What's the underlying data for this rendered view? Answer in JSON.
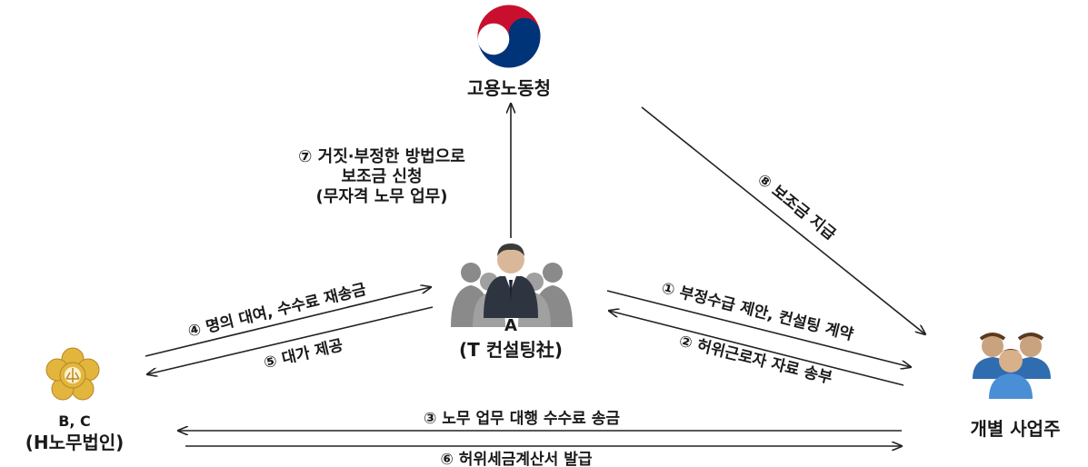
{
  "nodes": {
    "ministry": {
      "name": "고용노동청",
      "icon": "government-emblem-icon"
    },
    "consultant": {
      "line1": "A",
      "line2": "(T 컨설팅社)",
      "icon": "businessman-group-icon"
    },
    "labor_firm": {
      "line1": "B, C",
      "line2": "(H노무법인)",
      "icon": "labor-attorney-badge-icon"
    },
    "employer": {
      "name": "개별 사업주",
      "icon": "people-group-icon"
    }
  },
  "edges": {
    "e1": "① 부정수급 제안, 컨설팅 계약",
    "e2": "② 허위근로자 자료 송부",
    "e3": "③ 노무 업무 대행 수수료 송금",
    "e4": "④ 명의 대여, 수수료 재송금",
    "e5": "⑤ 대가 제공",
    "e6": "⑥ 허위세금계산서 발급",
    "e7": [
      "⑦ 거짓·부정한 방법으로",
      "보조금 신청",
      "(무자격 노무 업무)"
    ],
    "e8": "⑧ 보조금 지급"
  },
  "colors": {
    "emblem_red": "#c8102e",
    "emblem_blue": "#003478",
    "badge_gold": "#e2b53c",
    "person_blue": "#3b7fc4",
    "suit_dark": "#2e3440",
    "shadow_gray": "#8a8a8a"
  }
}
